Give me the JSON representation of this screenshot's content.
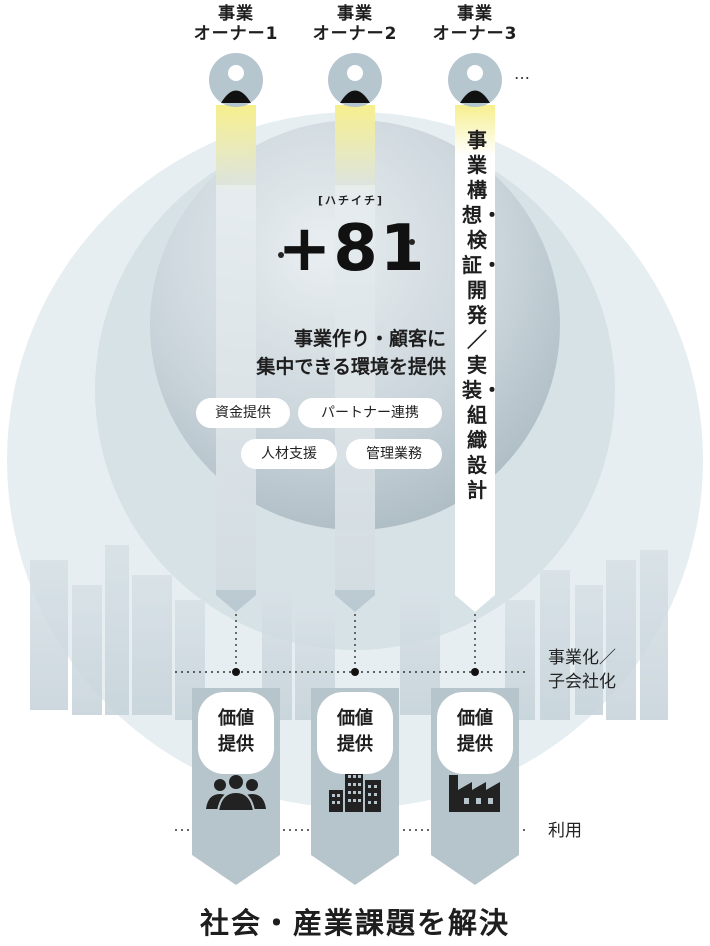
{
  "owners": [
    {
      "line1": "事業",
      "line2": "オーナー1"
    },
    {
      "line1": "事業",
      "line2": "オーナー2"
    },
    {
      "line1": "事業",
      "line2": "オーナー3"
    }
  ],
  "owners_more": "…",
  "vertical_text": "事業構想・検証・開発／実装・組織設計",
  "brand": {
    "reading": "[ハチイチ]",
    "logo": "+81"
  },
  "tagline": {
    "line1": "事業作り・顧客に",
    "line2": "集中できる環境を提供"
  },
  "services": [
    "資金提供",
    "パートナー連携",
    "人材支援",
    "管理業務"
  ],
  "value_boxes": [
    {
      "line1": "価値",
      "line2": "提供",
      "icon": "people-icon"
    },
    {
      "line1": "価値",
      "line2": "提供",
      "icon": "buildings-icon"
    },
    {
      "line1": "価値",
      "line2": "提供",
      "icon": "factory-icon"
    }
  ],
  "stage_labels": {
    "incorporation_line1": "事業化／",
    "incorporation_line2": "子会社化",
    "usage": "利用"
  },
  "bottom_title": "社会・産業課題を解決",
  "colors": {
    "ring_outer": "#e4edf0",
    "ring_mid": "#d5e0e4",
    "core": "#bfcbd2",
    "column": "#c6d3da",
    "highlight": "#f7f1a0",
    "dark": "#1e1e1e"
  }
}
